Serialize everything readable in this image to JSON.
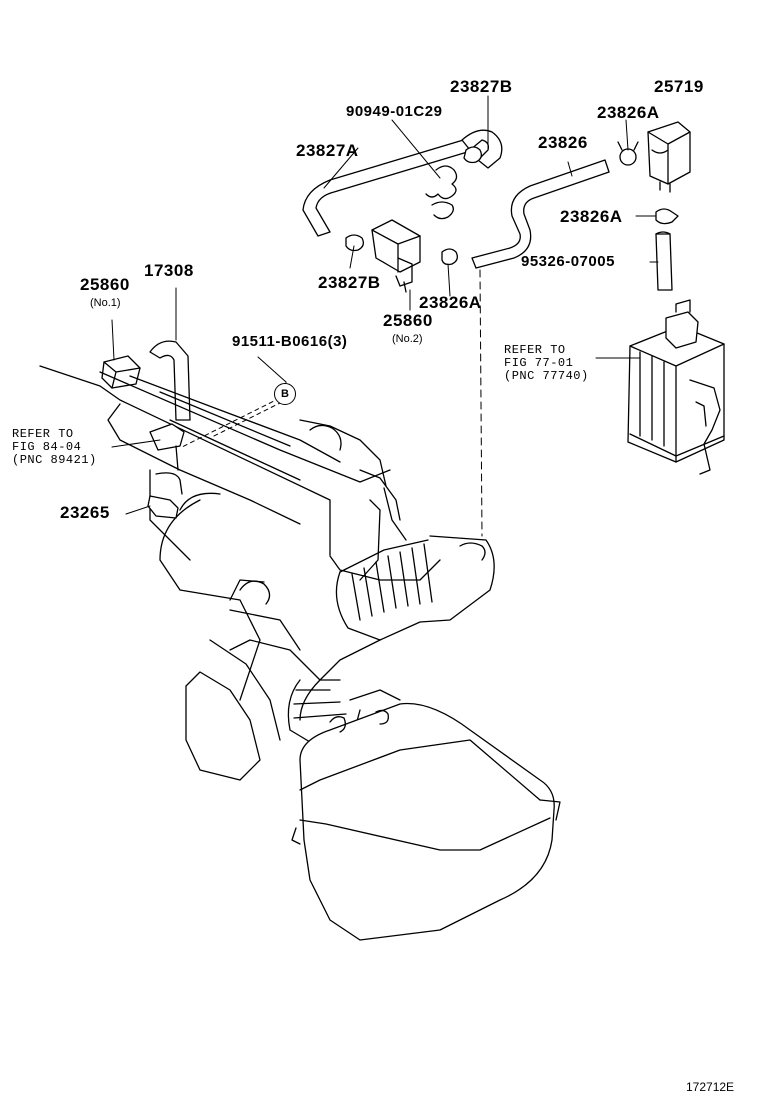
{
  "labels": {
    "p23827B": "23827B",
    "p90949": "90949-01C29",
    "p25719": "25719",
    "p23826A_top": "23826A",
    "p23827A": "23827A",
    "p23826": "23826",
    "p23826A_mid": "23826A",
    "p95326": "95326-07005",
    "p23827B_low": "23827B",
    "p23826A_low": "23826A",
    "p25860_no2": "25860",
    "no2": "(No.2)",
    "p25860_no1": "25860",
    "no1": "(No.1)",
    "p17308": "17308",
    "p91511": "91511-B0616(3)",
    "circle_b": "B",
    "p23265": "23265"
  },
  "refs": {
    "r1_l1": "REFER TO",
    "r1_l2": "FIG 84-04",
    "r1_l3": "(PNC 89421)",
    "r2_l1": "REFER TO",
    "r2_l2": "FIG 77-01",
    "r2_l3": "(PNC 77740)"
  },
  "figure_code": "172712E"
}
